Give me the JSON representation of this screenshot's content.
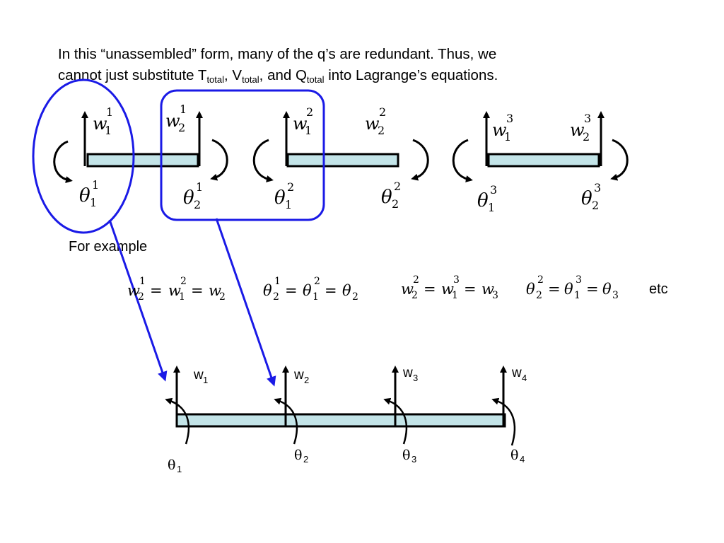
{
  "intro": {
    "line1": "In this “unassembled” form, many of the q’s are redundant. Thus, we",
    "line2_a": "cannot just substitute T",
    "sub_total": "total",
    "sep1": ", V",
    "sep2": ", and Q",
    "line2_end": " into Lagrange’s equations."
  },
  "for_example": "For example",
  "etc": "etc",
  "elements": [
    {
      "w_left": "w",
      "w_left_sub": "1",
      "w_left_sup": "1",
      "w_right": "w",
      "w_right_sub": "2",
      "w_right_sup": "1",
      "theta_left": "θ",
      "theta_left_sub": "1",
      "theta_left_sup": "1",
      "theta_right": "θ",
      "theta_right_sub": "2",
      "theta_right_sup": "1"
    },
    {
      "w_left": "w",
      "w_left_sub": "1",
      "w_left_sup": "2",
      "w_right": "w",
      "w_right_sub": "2",
      "w_right_sup": "2",
      "theta_left": "θ",
      "theta_left_sub": "1",
      "theta_left_sup": "2",
      "theta_right": "θ",
      "theta_right_sub": "2",
      "theta_right_sup": "2"
    },
    {
      "w_left": "w",
      "w_left_sub": "1",
      "w_left_sup": "3",
      "w_right": "w",
      "w_right_sub": "2",
      "w_right_sup": "3",
      "theta_left": "θ",
      "theta_left_sub": "1",
      "theta_left_sup": "3",
      "theta_right": "θ",
      "theta_right_sub": "2",
      "theta_right_sup": "3"
    }
  ],
  "equations": {
    "eq1": {
      "a": "w",
      "a_sub": "2",
      "a_sup": "1",
      "b": "w",
      "b_sub": "1",
      "b_sup": "2",
      "c": "w",
      "c_sub": "2"
    },
    "eq2": {
      "a": "θ",
      "a_sub": "2",
      "a_sup": "1",
      "b": "θ",
      "b_sub": "1",
      "b_sup": "2",
      "c": "θ",
      "c_sub": "2"
    },
    "eq3": {
      "a": "w",
      "a_sub": "2",
      "a_sup": "2",
      "b": "w",
      "b_sub": "1",
      "b_sup": "3",
      "c": "w",
      "c_sub": "3"
    },
    "eq4": {
      "a": "θ",
      "a_sub": "2",
      "a_sup": "2",
      "b": "θ",
      "b_sub": "1",
      "b_sup": "3",
      "c": "θ",
      "c_sub": "3"
    },
    "eq_sign": "="
  },
  "assembled": {
    "nodes": [
      {
        "w": "w",
        "w_sub": "1",
        "theta": "θ",
        "theta_sub": "1"
      },
      {
        "w": "w",
        "w_sub": "2",
        "theta": "θ",
        "theta_sub": "2"
      },
      {
        "w": "w",
        "w_sub": "3",
        "theta": "θ",
        "theta_sub": "3"
      },
      {
        "w": "w",
        "w_sub": "4",
        "theta": "θ",
        "theta_sub": "4"
      }
    ]
  },
  "colors": {
    "beam_fill": "#c3e4e8",
    "highlight": "#1a1ae6",
    "ink": "#000000"
  }
}
